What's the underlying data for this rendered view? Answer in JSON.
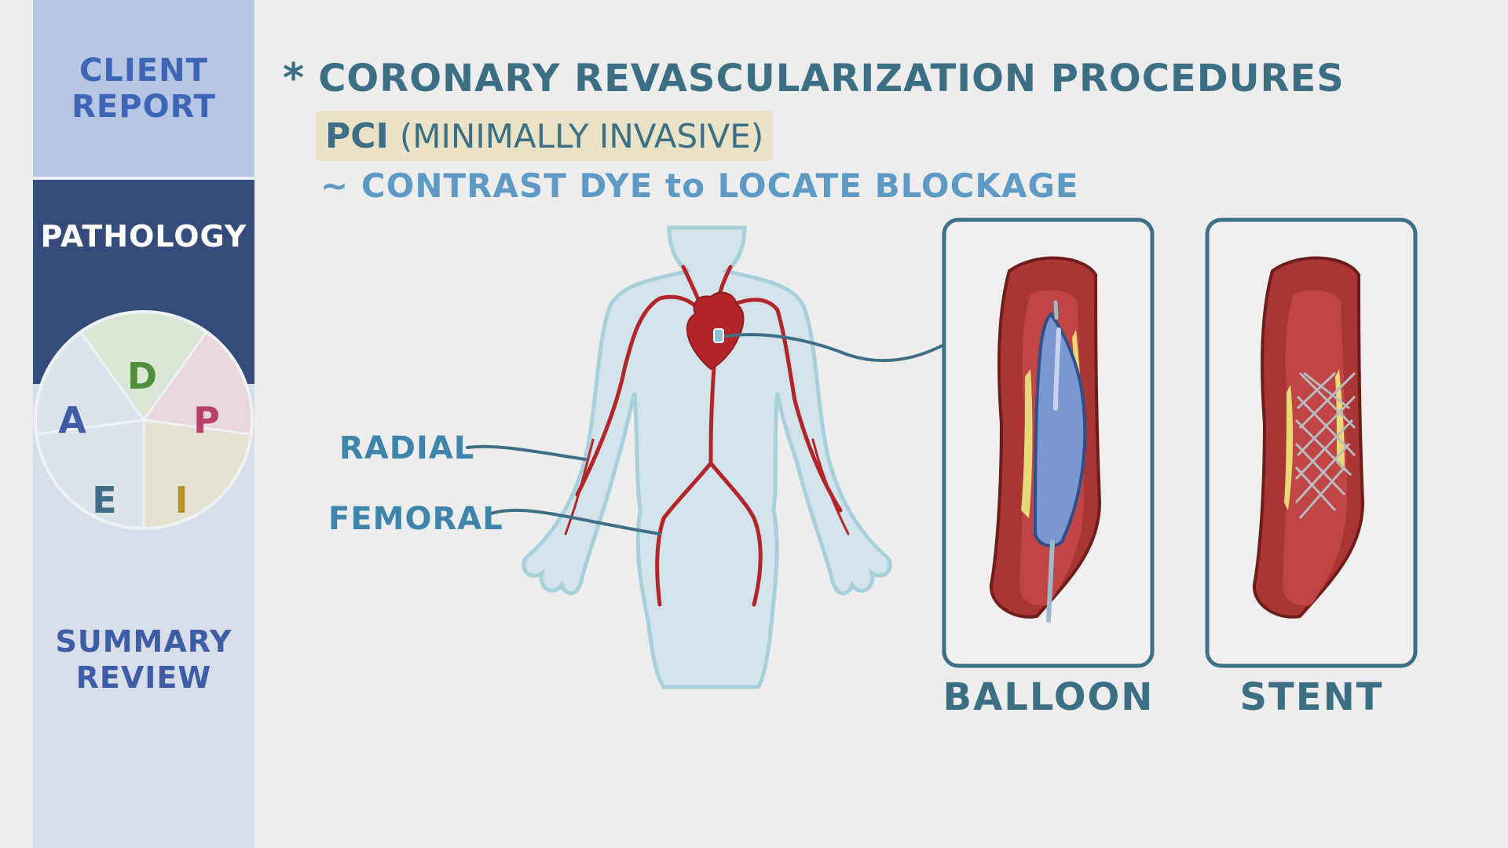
{
  "sidebar": {
    "client_report": "CLIENT\nREPORT",
    "pathology": "PATHOLOGY",
    "summary_review": "SUMMARY\nREVIEW",
    "wheel": [
      "D",
      "P",
      "I",
      "E",
      "A"
    ]
  },
  "content": {
    "title": "CORONARY REVASCULARIZATION PROCEDURES",
    "pci_label": "PCI",
    "pci_desc": "(MINIMALLY INVASIVE)",
    "contrast": "~ CONTRAST DYE to LOCATE BLOCKAGE",
    "radial": "RADIAL",
    "femoral": "FEMORAL",
    "balloon": "BALLOON",
    "stent": "STENT"
  },
  "colors": {
    "sidebar_top": "#b4c6e3",
    "sidebar_active": "#354b7b",
    "sidebar_bottom": "#d7dee9",
    "heading": "#3c6e84",
    "artery": "#b3252a",
    "body": "#d2e2ea"
  }
}
